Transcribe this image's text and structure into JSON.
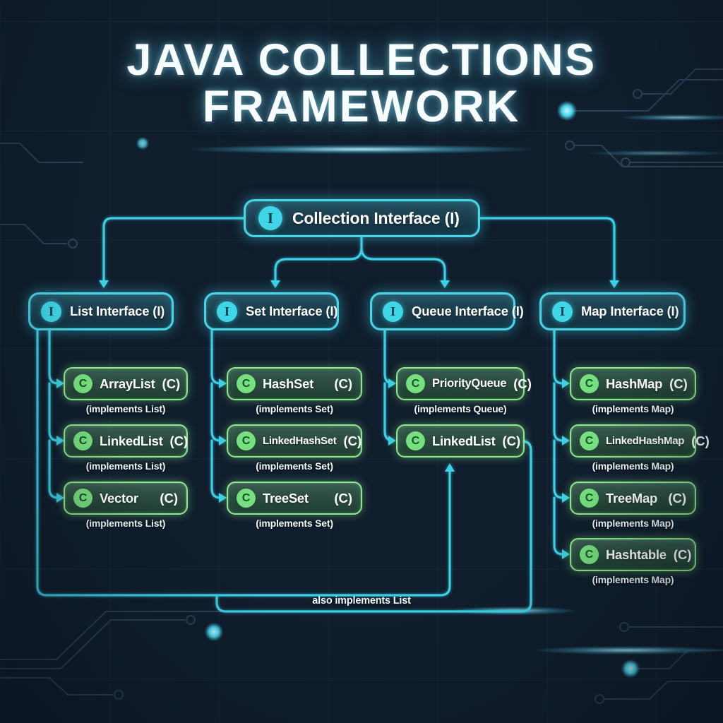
{
  "title": {
    "line1": "JAVA COLLECTIONS",
    "line2": "FRAMEWORK"
  },
  "root": {
    "badge": "I",
    "label": "Collection Interface (I)"
  },
  "interfaces": [
    {
      "badge": "I",
      "label": "List Interface (I)"
    },
    {
      "badge": "I",
      "label": "Set Interface (I)"
    },
    {
      "badge": "I",
      "label": "Queue Interface (I)"
    },
    {
      "badge": "I",
      "label": "Map Interface (I)"
    }
  ],
  "classes": {
    "list": [
      {
        "badge": "C",
        "name": "ArrayList",
        "marker": "(C)",
        "note": "(implements List)"
      },
      {
        "badge": "C",
        "name": "LinkedList",
        "marker": "(C)",
        "note": "(implements List)"
      },
      {
        "badge": "C",
        "name": "Vector",
        "marker": "(C)",
        "note": "(implements List)"
      }
    ],
    "set": [
      {
        "badge": "C",
        "name": "HashSet",
        "marker": "(C)",
        "note": "(implements Set)"
      },
      {
        "badge": "C",
        "name": "LinkedHashSet",
        "marker": "(C)",
        "note": "(implements Set)"
      },
      {
        "badge": "C",
        "name": "TreeSet",
        "marker": "(C)",
        "note": "(implements Set)"
      }
    ],
    "queue": [
      {
        "badge": "C",
        "name": "PriorityQueue",
        "marker": "(C)",
        "note": "(implements Queue)"
      },
      {
        "badge": "C",
        "name": "LinkedList",
        "marker": "(C)"
      }
    ],
    "map": [
      {
        "badge": "C",
        "name": "HashMap",
        "marker": "(C)",
        "note": "(implements Map)"
      },
      {
        "badge": "C",
        "name": "LinkedHashMap",
        "marker": "(C)",
        "note": "(implements Map)"
      },
      {
        "badge": "C",
        "name": "TreeMap",
        "marker": "(C)",
        "note": "(implements Map)"
      },
      {
        "badge": "C",
        "name": "Hashtable",
        "marker": "(C)",
        "note": "(implements Map)"
      }
    ]
  },
  "annotation": "also implements List",
  "colors": {
    "background": "#101e2d",
    "interface_accent": "#46d6e9",
    "class_accent": "#8ce98e",
    "text": "#ffffff"
  }
}
